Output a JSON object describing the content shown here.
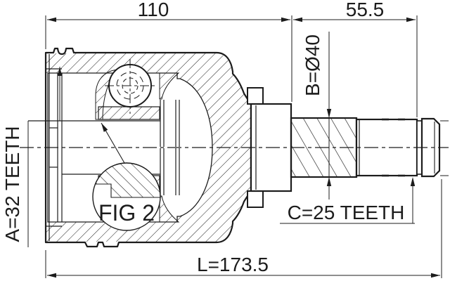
{
  "dimensions": {
    "dim_110": "110",
    "dim_55_5": "55.5",
    "dim_overall": "L=173.5"
  },
  "labels": {
    "spline_a": "A=32 TEETH",
    "spline_b": "B=Ø40",
    "spline_c": "C=25 TEETH",
    "figure_ref": "FIG 2"
  },
  "colors": {
    "line": "#1c1c1c",
    "background": "#ffffff"
  }
}
